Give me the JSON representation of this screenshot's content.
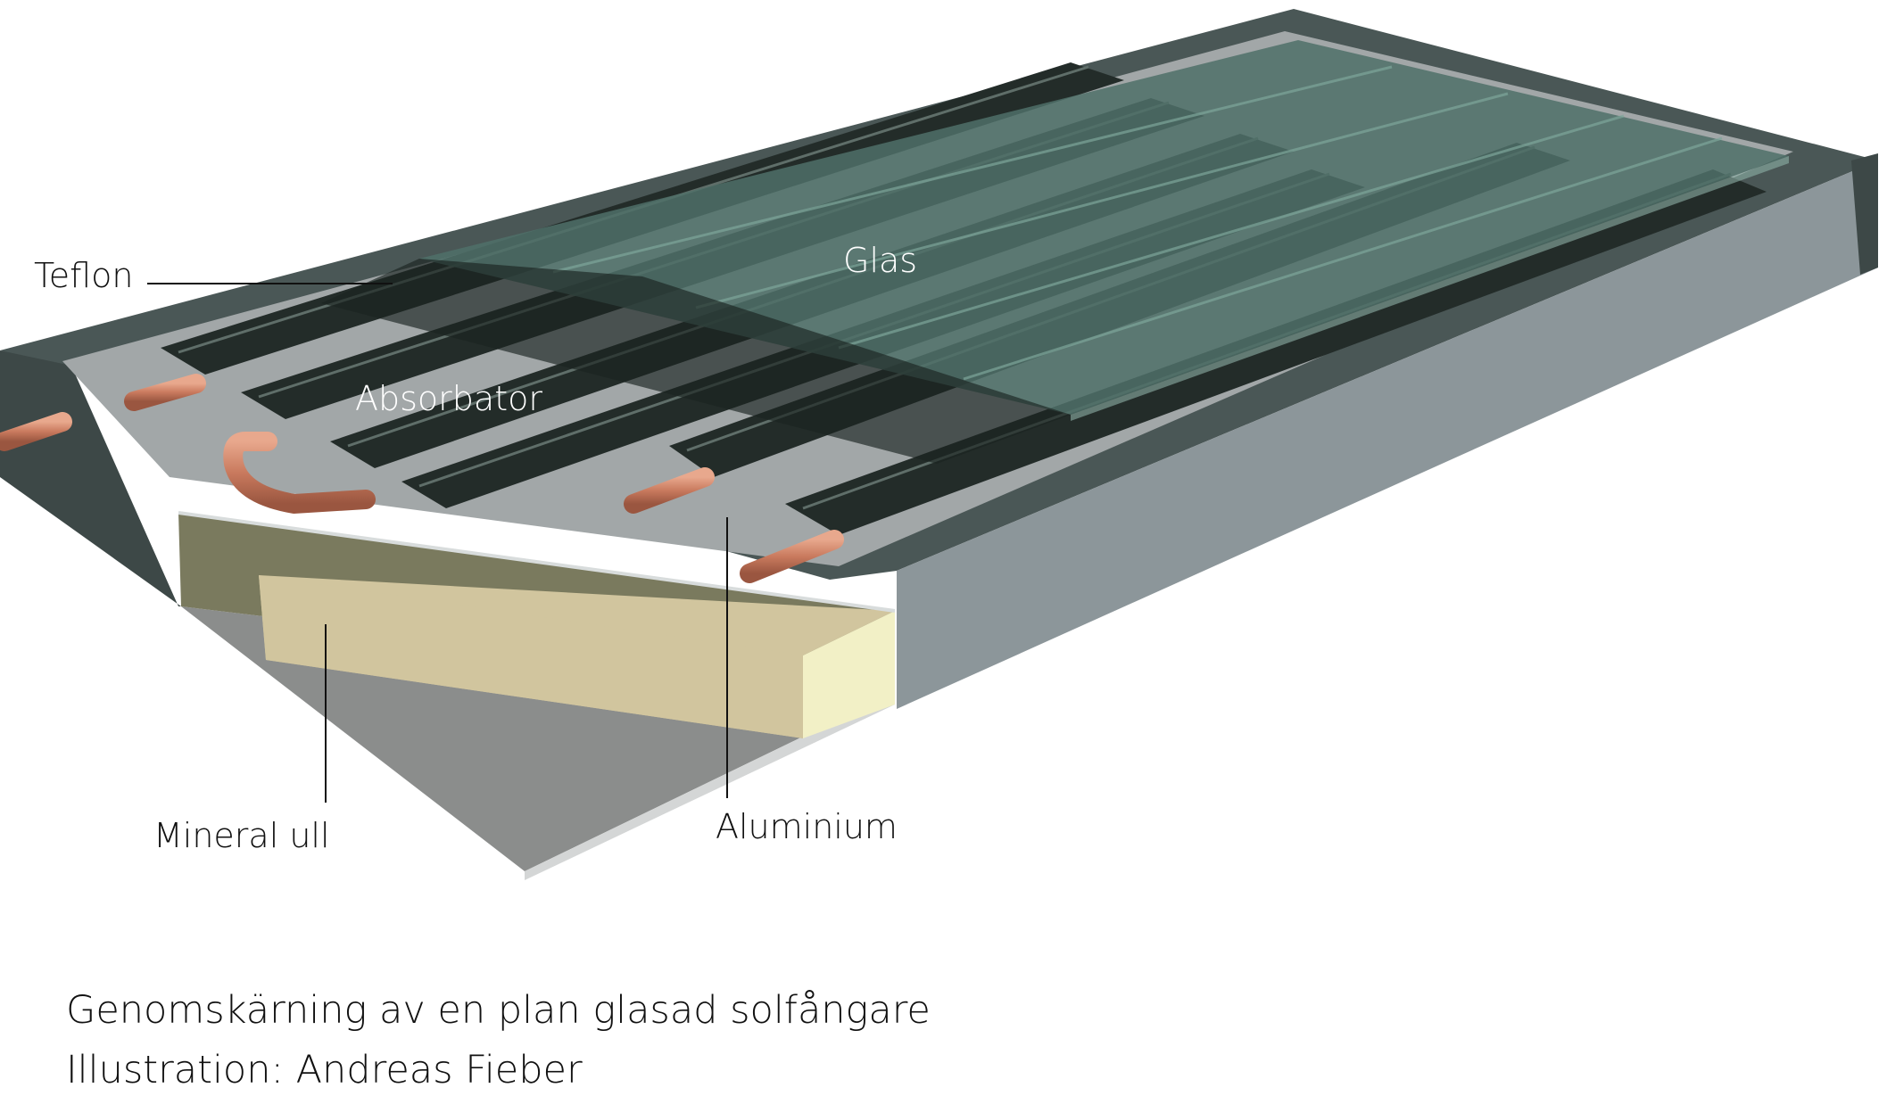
{
  "labels": {
    "teflon": "Teflon",
    "glas": "Glas",
    "absorbator": "Absorbator",
    "mineral_ull": "Mineral ull",
    "aluminium": "Aluminium"
  },
  "caption": {
    "line1": "Genomskärning av en plan glasad solfångare",
    "line2": "Illustration: Andreas Fieber"
  },
  "colors": {
    "frame_top": "#4a5756",
    "frame_side": "#8c969a",
    "frame_end": "#3d4847",
    "glass": "#4f7068",
    "absorber": "#232c29",
    "copper": "#c97a5e",
    "insulation_front": "#d1c59e",
    "insulation_end": "#f2f0c6",
    "insulation_wall": "#7a7a5e",
    "base": "#8b8d8c",
    "label_dark": "#111111",
    "label_light": "#ffffff"
  }
}
